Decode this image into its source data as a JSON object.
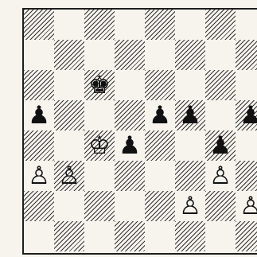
{
  "board": {
    "rows": [
      [
        "",
        "",
        "",
        "",
        "",
        "",
        "",
        ""
      ],
      [
        "",
        "",
        "",
        "",
        "",
        "",
        "",
        ""
      ],
      [
        "",
        "",
        "k",
        "",
        "",
        "",
        "",
        ""
      ],
      [
        "p",
        "",
        "",
        "",
        "p",
        "p",
        "",
        "p"
      ],
      [
        "",
        "",
        "K",
        "p",
        "",
        "",
        "p",
        ""
      ],
      [
        "P",
        "P",
        "",
        "",
        "",
        "",
        "P",
        ""
      ],
      [
        "",
        "",
        "",
        "",
        "",
        "P",
        "",
        "P"
      ],
      [
        "",
        "",
        "",
        "",
        "",
        "",
        "",
        ""
      ]
    ],
    "piece_glyphs": {
      "k": "♚",
      "p": "♟",
      "K": "♔",
      "P": "♙"
    },
    "piece_names": {
      "k": "black-king-piece",
      "p": "black-pawn-piece",
      "K": "white-king-piece",
      "P": "white-pawn-piece"
    },
    "colors": {
      "light_square": "#f7f4ee",
      "hatch": "#333333",
      "border": "#1e1e1e"
    }
  }
}
